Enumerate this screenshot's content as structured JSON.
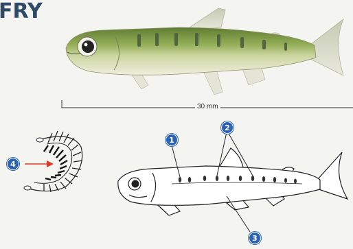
{
  "title": "FRY",
  "scale": {
    "label": "30 mm"
  },
  "callouts": [
    "1",
    "2",
    "3",
    "4"
  ],
  "colors": {
    "title": "#2f4a66",
    "callout_fill": "#2a63b4",
    "arrow": "#d63a2a",
    "fish_back": "#6f8f3a",
    "fish_belly": "#e6ead0",
    "parr_marks": "#4a5a3a"
  }
}
